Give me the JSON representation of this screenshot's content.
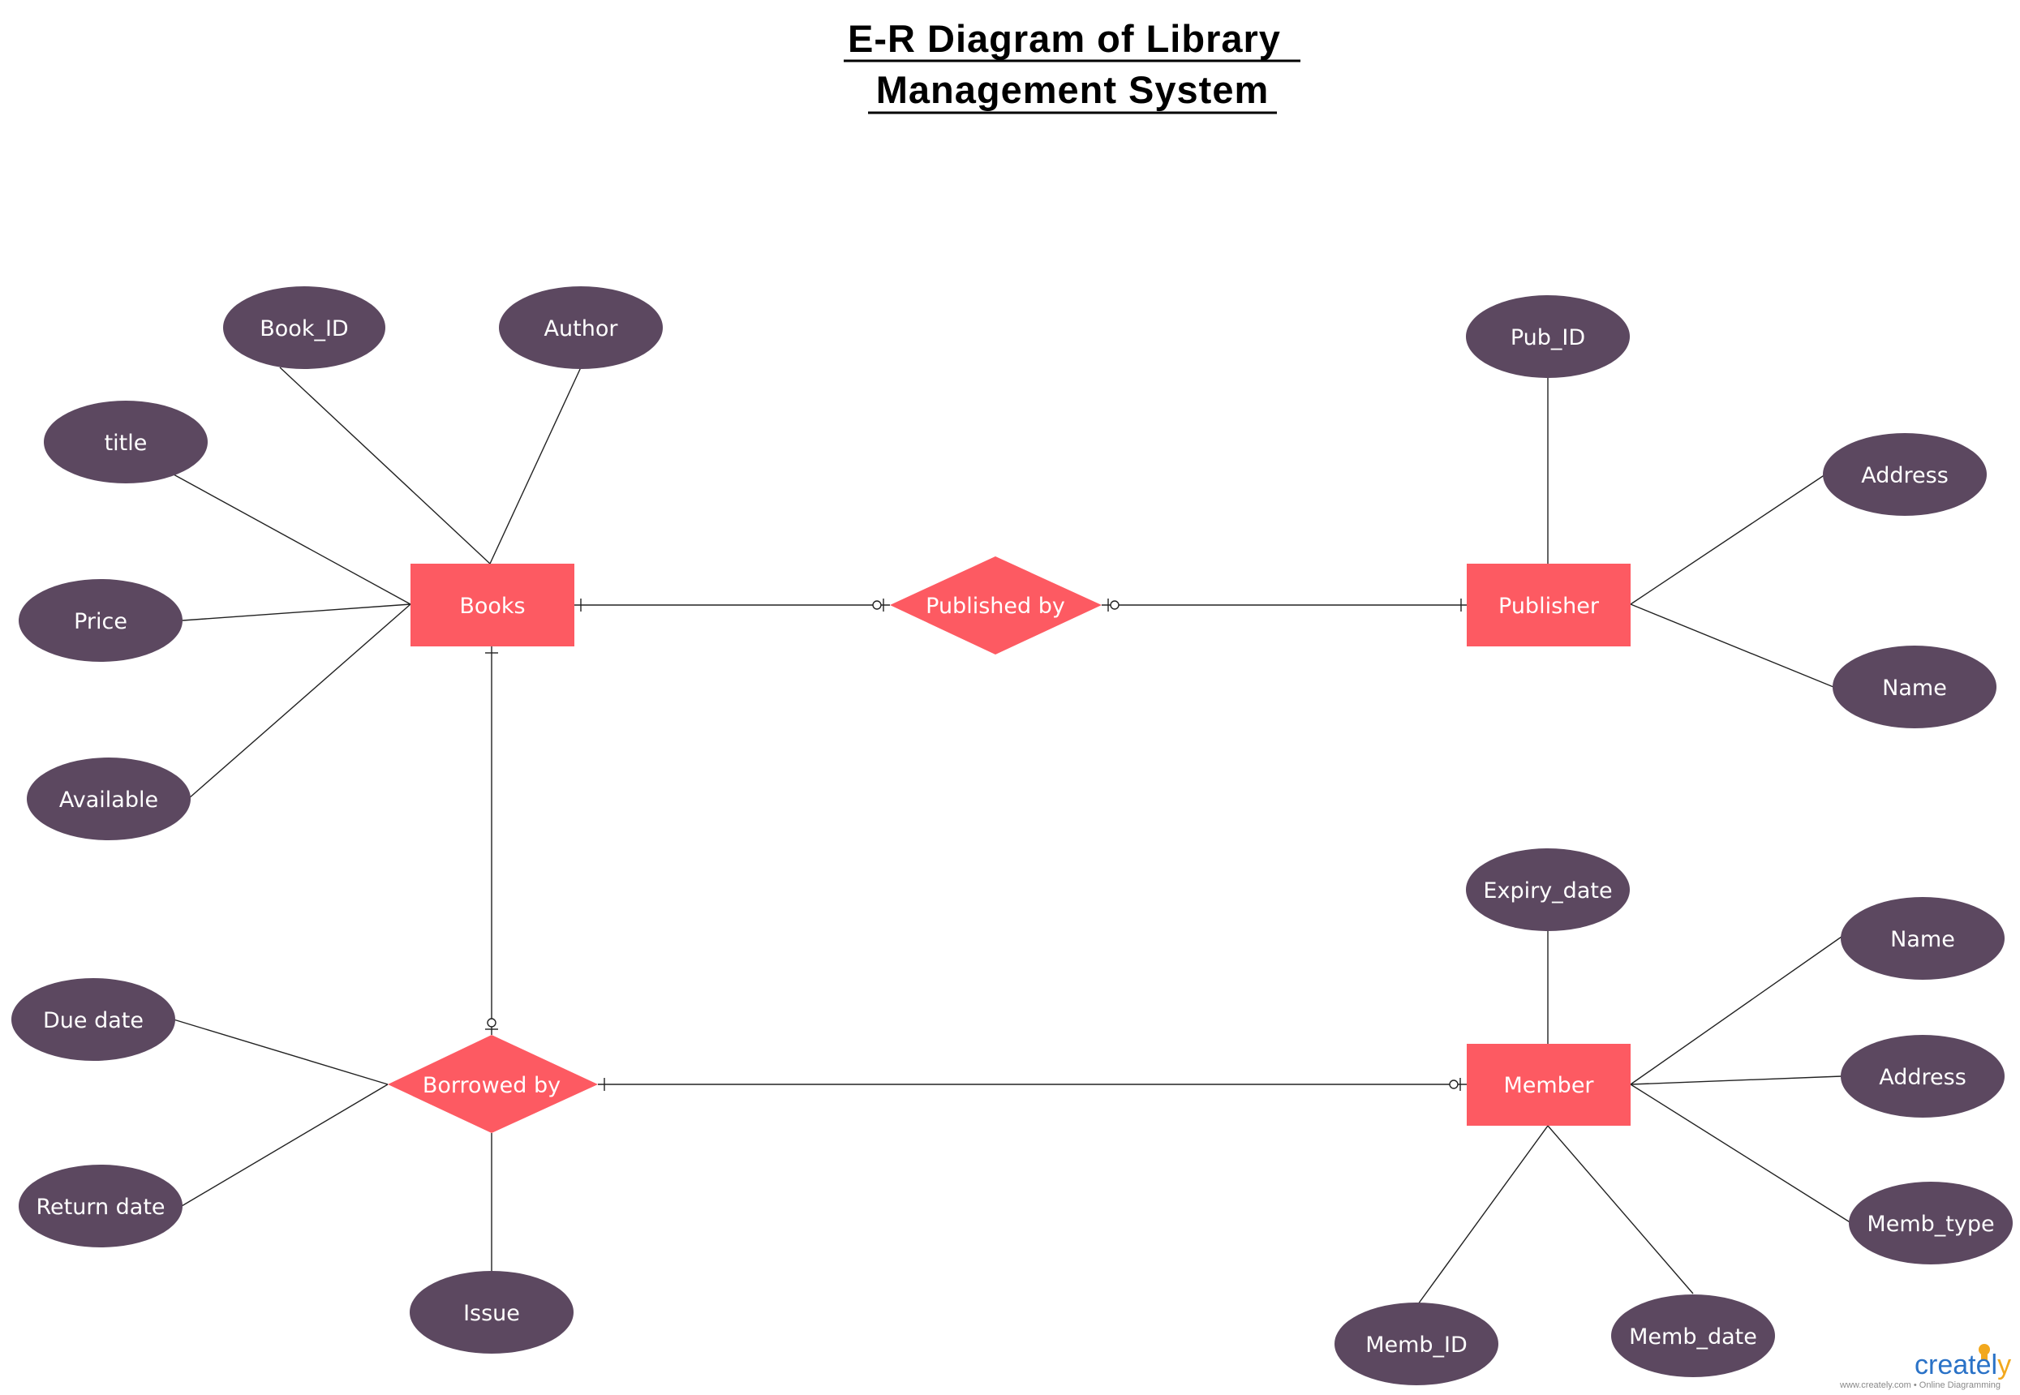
{
  "title": {
    "line1": "E-R Diagram of Library",
    "line2": "Management System"
  },
  "colors": {
    "entity": "#fd5a62",
    "relationship": "#fd5a62",
    "attribute": "#5c4860",
    "label": "#ffffff",
    "line": "#222222"
  },
  "entities": {
    "books": "Books",
    "publisher": "Publisher",
    "member": "Member"
  },
  "relationships": {
    "published_by": "Published by",
    "borrowed_by": "Borrowed by"
  },
  "attributes": {
    "book_id": "Book_ID",
    "author": "Author",
    "title": "title",
    "price": "Price",
    "available": "Available",
    "pub_id": "Pub_ID",
    "publisher_address": "Address",
    "publisher_name": "Name",
    "expiry_date": "Expiry_date",
    "member_name": "Name",
    "member_address": "Address",
    "memb_type": "Memb_type",
    "memb_date": "Memb_date",
    "memb_id": "Memb_ID",
    "due_date": "Due date",
    "return_date": "Return date",
    "issue": "Issue"
  },
  "logo": {
    "brand_main": "createl",
    "brand_last": "y",
    "tagline": "www.creately.com • Online Diagramming",
    "icon": "lightbulb-icon"
  }
}
